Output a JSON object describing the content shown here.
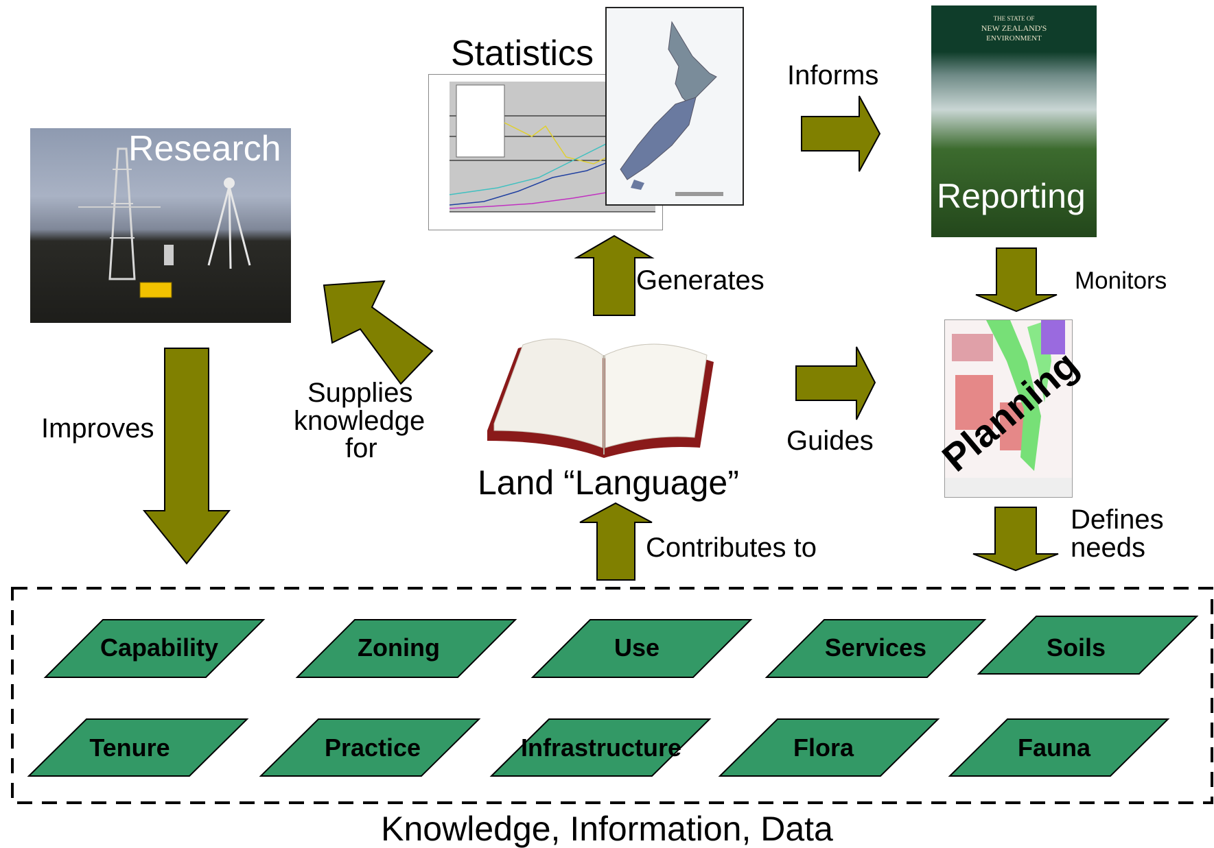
{
  "nodes": {
    "statistics": "Statistics",
    "research": "Research",
    "reporting": "Reporting",
    "planning": "Planning",
    "land_language": "Land “Language”"
  },
  "report_cover": {
    "line1": "THE STATE OF",
    "line2": "NEW ZEALAND'S",
    "line3": "ENVIRONMENT"
  },
  "relations": {
    "informs": "Informs",
    "generates": "Generates",
    "monitors": "Monitors",
    "supplies_1": "Supplies",
    "supplies_2": "knowledge",
    "supplies_3": "for",
    "improves": "Improves",
    "guides": "Guides",
    "contributes": "Contributes to",
    "defines_1": "Defines",
    "defines_2": "needs"
  },
  "data_items": {
    "row1": [
      "Capability",
      "Zoning",
      "Use",
      "Services",
      "Soils"
    ],
    "row2": [
      "Tenure",
      "Practice",
      "Infrastructure",
      "Flora",
      "Fauna"
    ]
  },
  "footer": "Knowledge, Information, Data",
  "colors": {
    "arrow": "#808000",
    "box": "#339966",
    "dash": "#000000"
  }
}
